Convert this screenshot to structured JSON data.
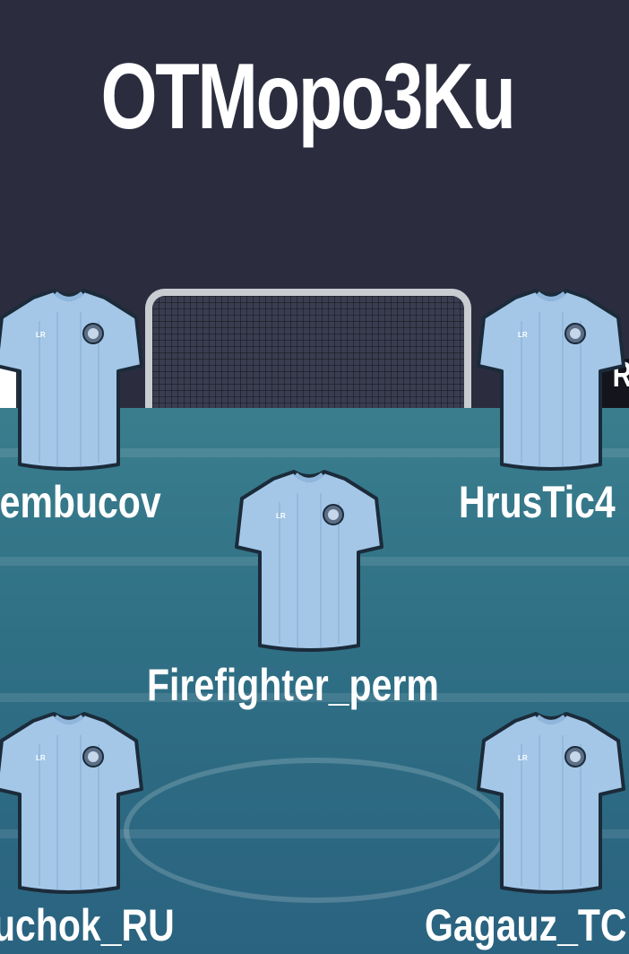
{
  "team": {
    "name": "OTMopo3Ku"
  },
  "colors": {
    "header_bg": "#2b2d3f",
    "pitch": "#30718a",
    "jersey": "#a4c7e8",
    "jersey_outline": "#1b2b3a"
  },
  "jersey_badge_text": "LR",
  "goal_partial_text": "R",
  "players": [
    {
      "name": "tembucov"
    },
    {
      "name": "HrusTic4"
    },
    {
      "name": "Firefighter_perm"
    },
    {
      "name": "uchok_RU"
    },
    {
      "name": "Gagauz_TC"
    }
  ]
}
